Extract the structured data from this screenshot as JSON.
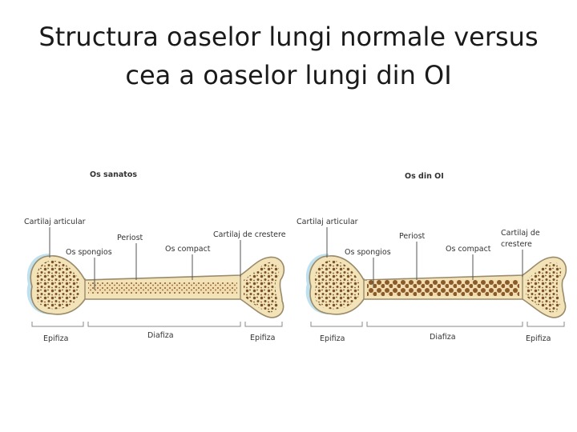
{
  "title": {
    "line1": "Structura oaselor lungi normale versus",
    "line2": "cea a oaselor lungi din OI"
  },
  "diagram": {
    "colors": {
      "bone_fill": "#f3e3b8",
      "bone_outline": "#9a8a6a",
      "cartilage": "#bfe1ee",
      "spongy_dot": "#7a5226",
      "marrow_dark": "#8b5a2b",
      "leader_line": "#555555"
    },
    "healthy": {
      "heading": "Os sanatos",
      "labels": {
        "articular_cartilage": "Cartilaj articular",
        "spongy_bone": "Os spongios",
        "periosteum": "Periost",
        "compact_bone": "Os compact",
        "growth_cartilage": "Cartilaj de crestere",
        "epiphysis_left": "Epifiza",
        "diaphysis": "Diafiza",
        "epiphysis_right": "Epifiza"
      }
    },
    "oi": {
      "heading": "Os din OI",
      "labels": {
        "articular_cartilage": "Cartilaj articular",
        "spongy_bone": "Os spongios",
        "periosteum": "Periost",
        "compact_bone": "Os compact",
        "growth_cartilage_1": "Cartilaj de",
        "growth_cartilage_2": "crestere",
        "epiphysis_left": "Epifiza",
        "diaphysis": "Diafiza",
        "epiphysis_right": "Epifiza"
      }
    }
  }
}
